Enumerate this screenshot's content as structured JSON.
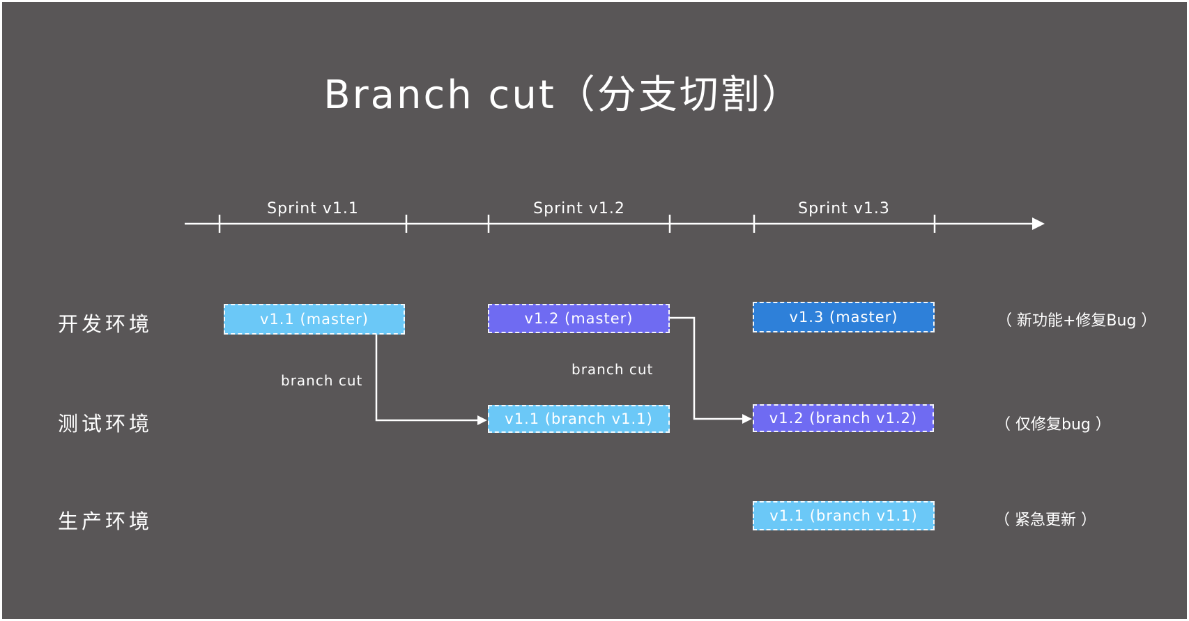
{
  "title": "Branch cut（分支切割）",
  "colors": {
    "background": "#595657",
    "frame": "#ffffff",
    "stroke": "#ffffff",
    "light_blue": "#6BC8F7",
    "purple": "#6F6BF2",
    "blue": "#2E80D9"
  },
  "timeline": {
    "sprints": [
      "Sprint v1.1",
      "Sprint v1.2",
      "Sprint v1.3"
    ]
  },
  "rows": {
    "dev": {
      "label": "开发环境",
      "annotation": "（ 新功能+修复Bug ）"
    },
    "test": {
      "label": "测试环境",
      "annotation": "（ 仅修复bug ）"
    },
    "prod": {
      "label": "生产环境",
      "annotation": "（ 紧急更新 ）"
    }
  },
  "boxes": {
    "dev_v11": "v1.1 (master)",
    "dev_v12": "v1.2 (master)",
    "dev_v13": "v1.3 (master)",
    "test_v11": "v1.1 (branch v1.1)",
    "test_v12": "v1.2 (branch v1.2)",
    "prod_v11": "v1.1 (branch v1.1)"
  },
  "connector_labels": {
    "cut1": "branch cut",
    "cut2": "branch cut"
  }
}
